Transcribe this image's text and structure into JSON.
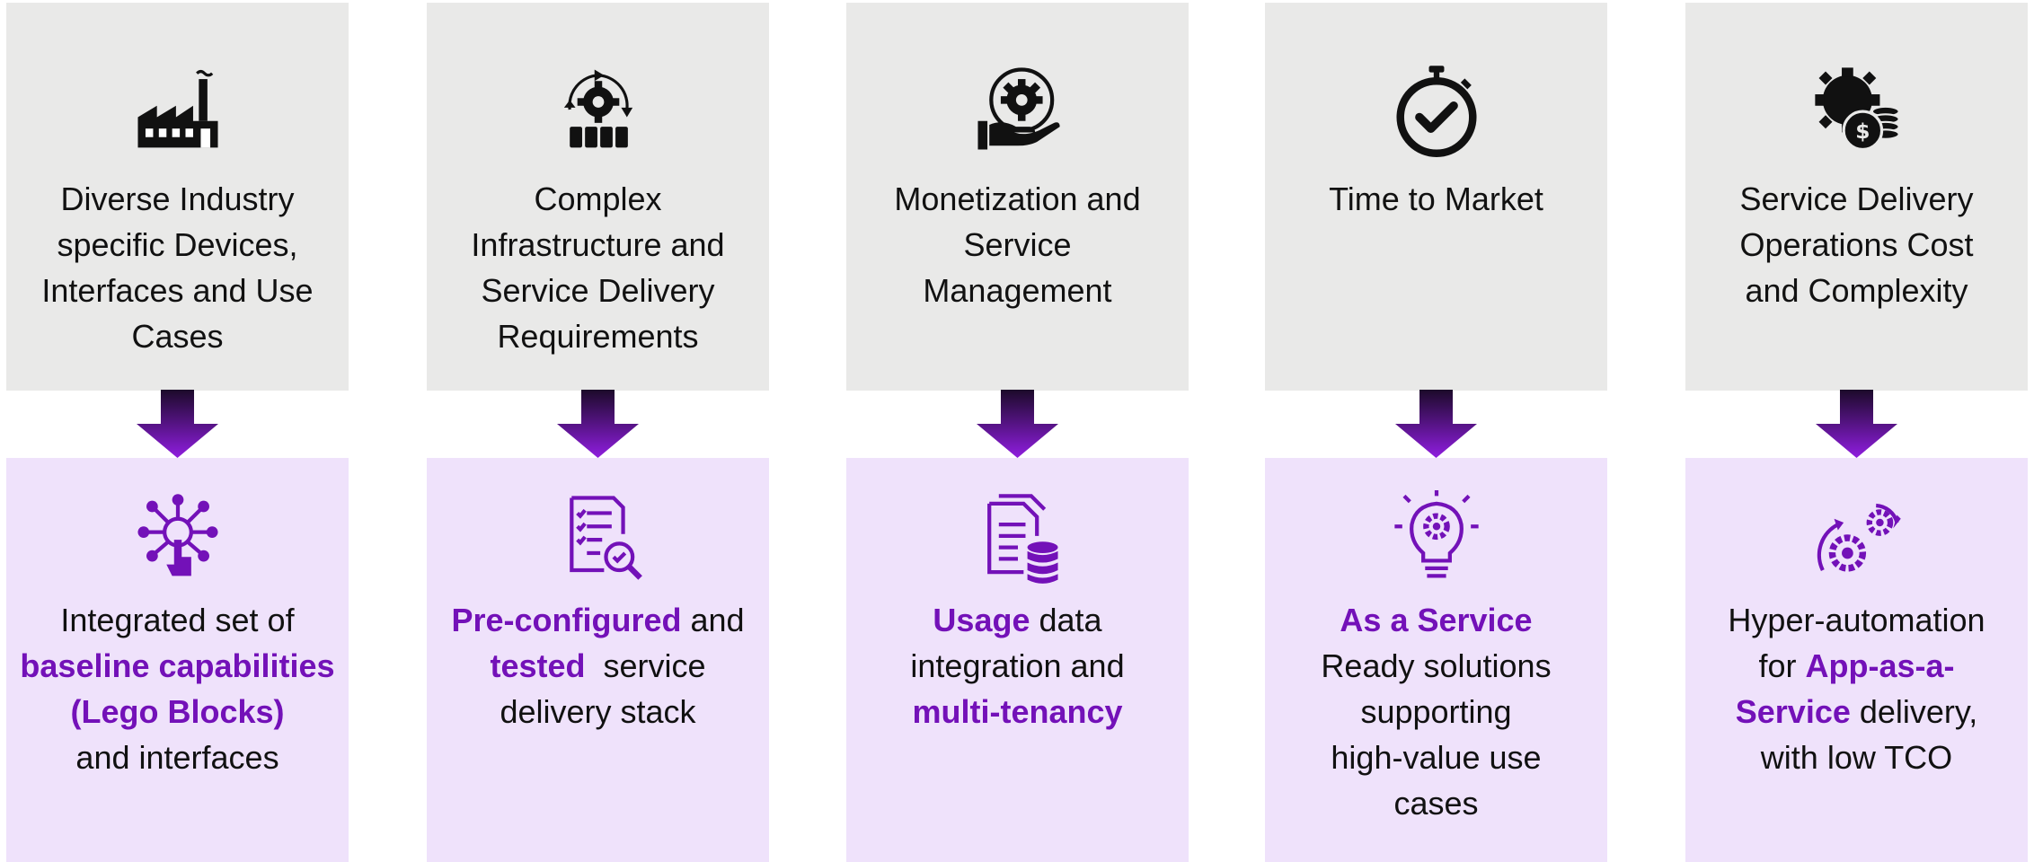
{
  "colors": {
    "top_box": "#e9e9e8",
    "bottom_box": "#efe2fb",
    "accent": "#7311b8",
    "arrow_top": "#1c0a2a",
    "arrow_bottom": "#8f1ddf"
  },
  "columns": [
    {
      "challenge_icon": "factory-icon",
      "challenge_lines": [
        "Diverse Industry",
        "specific Devices,",
        "Interfaces and Use",
        "Cases"
      ],
      "solution_icon": "hub-network-touch-icon",
      "solution_lines": [
        [
          {
            "text": "Integrated set of",
            "hl": false
          }
        ],
        [
          {
            "text": "baseline capabilities",
            "hl": true
          }
        ],
        [
          {
            "text": "(Lego Blocks)",
            "hl": true
          }
        ],
        [
          {
            "text": "and interfaces",
            "hl": false
          }
        ]
      ]
    },
    {
      "challenge_icon": "gear-cycle-blocks-icon",
      "challenge_lines": [
        "Complex",
        "Infrastructure and",
        "Service Delivery",
        "Requirements"
      ],
      "solution_icon": "checklist-magnifier-icon",
      "solution_lines": [
        [
          {
            "text": "Pre-configured",
            "hl": true
          },
          {
            "text": " and",
            "hl": false
          }
        ],
        [
          {
            "text": "tested",
            "hl": true
          },
          {
            "text": "  service",
            "hl": false
          }
        ],
        [
          {
            "text": "delivery stack",
            "hl": false
          }
        ]
      ]
    },
    {
      "challenge_icon": "hand-gear-icon",
      "challenge_lines": [
        "Monetization and",
        "Service",
        "Management"
      ],
      "solution_icon": "document-database-icon",
      "solution_lines": [
        [
          {
            "text": "Usage",
            "hl": true
          },
          {
            "text": " data",
            "hl": false
          }
        ],
        [
          {
            "text": "integration and",
            "hl": false
          }
        ],
        [
          {
            "text": "multi-tenancy",
            "hl": true
          }
        ]
      ]
    },
    {
      "challenge_icon": "stopwatch-check-icon",
      "challenge_lines": [
        "Time to Market"
      ],
      "solution_icon": "lightbulb-gear-icon",
      "solution_lines": [
        [
          {
            "text": "As a Service",
            "hl": true
          }
        ],
        [
          {
            "text": "Ready solutions",
            "hl": false
          }
        ],
        [
          {
            "text": "supporting",
            "hl": false
          }
        ],
        [
          {
            "text": "high-value use",
            "hl": false
          }
        ],
        [
          {
            "text": "cases",
            "hl": false
          }
        ]
      ]
    },
    {
      "challenge_icon": "gear-dollar-coins-icon",
      "challenge_lines": [
        "Service Delivery",
        "Operations Cost",
        "and Complexity"
      ],
      "solution_icon": "gears-cycle-icon",
      "solution_lines": [
        [
          {
            "text": "Hyper-automation",
            "hl": false
          }
        ],
        [
          {
            "text": "for ",
            "hl": false
          },
          {
            "text": "App-as-a-",
            "hl": true
          }
        ],
        [
          {
            "text": "Service",
            "hl": true
          },
          {
            "text": " delivery,",
            "hl": false
          }
        ],
        [
          {
            "text": "with low TCO",
            "hl": false
          }
        ]
      ]
    }
  ]
}
